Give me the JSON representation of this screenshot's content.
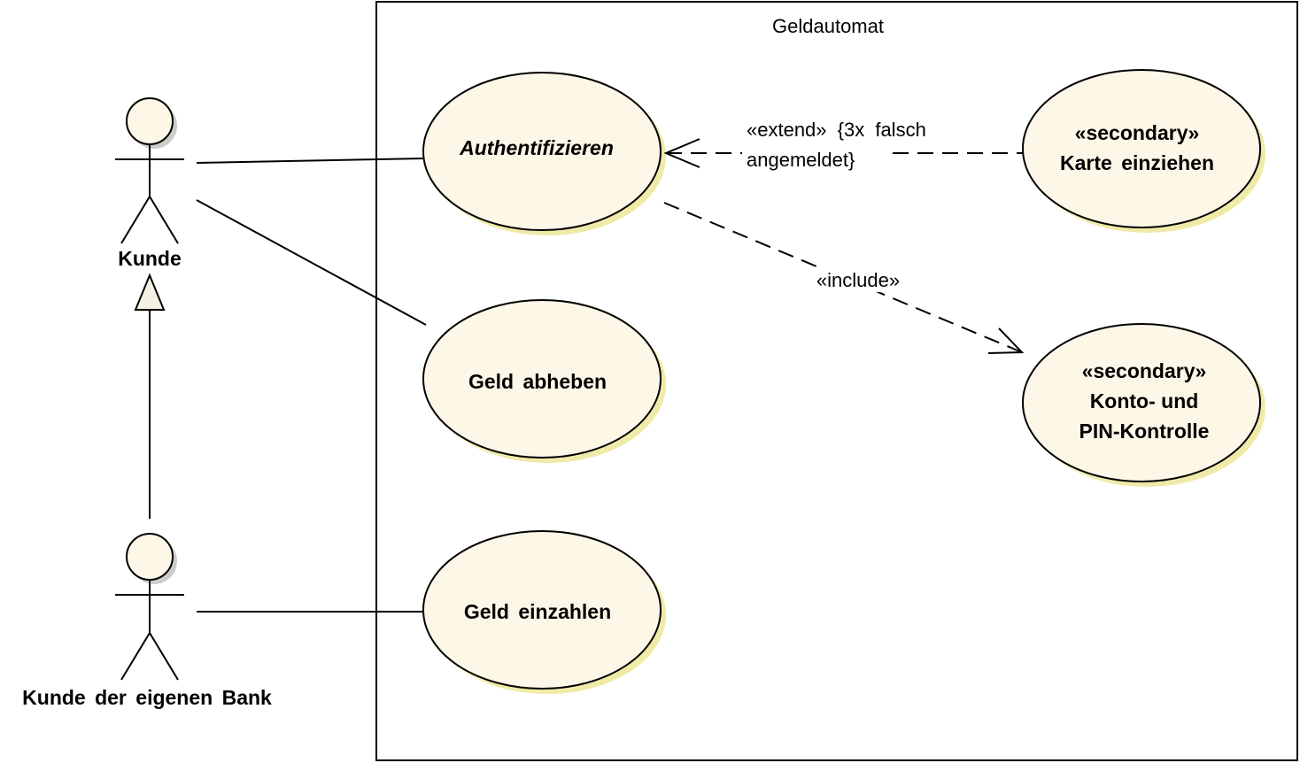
{
  "system": {
    "title": "Geldautomat"
  },
  "actors": {
    "kunde": {
      "label": "Kunde"
    },
    "kunde_bank": {
      "label": "Kunde der eigenen Bank"
    }
  },
  "use_cases": {
    "authentifizieren": {
      "label": "Authentifizieren"
    },
    "geld_abheben": {
      "label": "Geld abheben"
    },
    "geld_einzahlen": {
      "label": "Geld einzahlen"
    },
    "karte_einziehen": {
      "stereotype": "«secondary»",
      "label": "Karte einziehen"
    },
    "konto_pin": {
      "stereotype": "«secondary»",
      "label_line1": "Konto- und",
      "label_line2": "PIN-Kontrolle"
    }
  },
  "relations": {
    "extend": {
      "line1": "«extend» {3x falsch",
      "line2": "angemeldet}"
    },
    "include": {
      "label": "«include»"
    }
  },
  "colors": {
    "use_case_fill": "#fdf7e7",
    "use_case_shadow": "#f0eaa8",
    "actor_fill": "#fdf7e7",
    "line": "#000000"
  }
}
